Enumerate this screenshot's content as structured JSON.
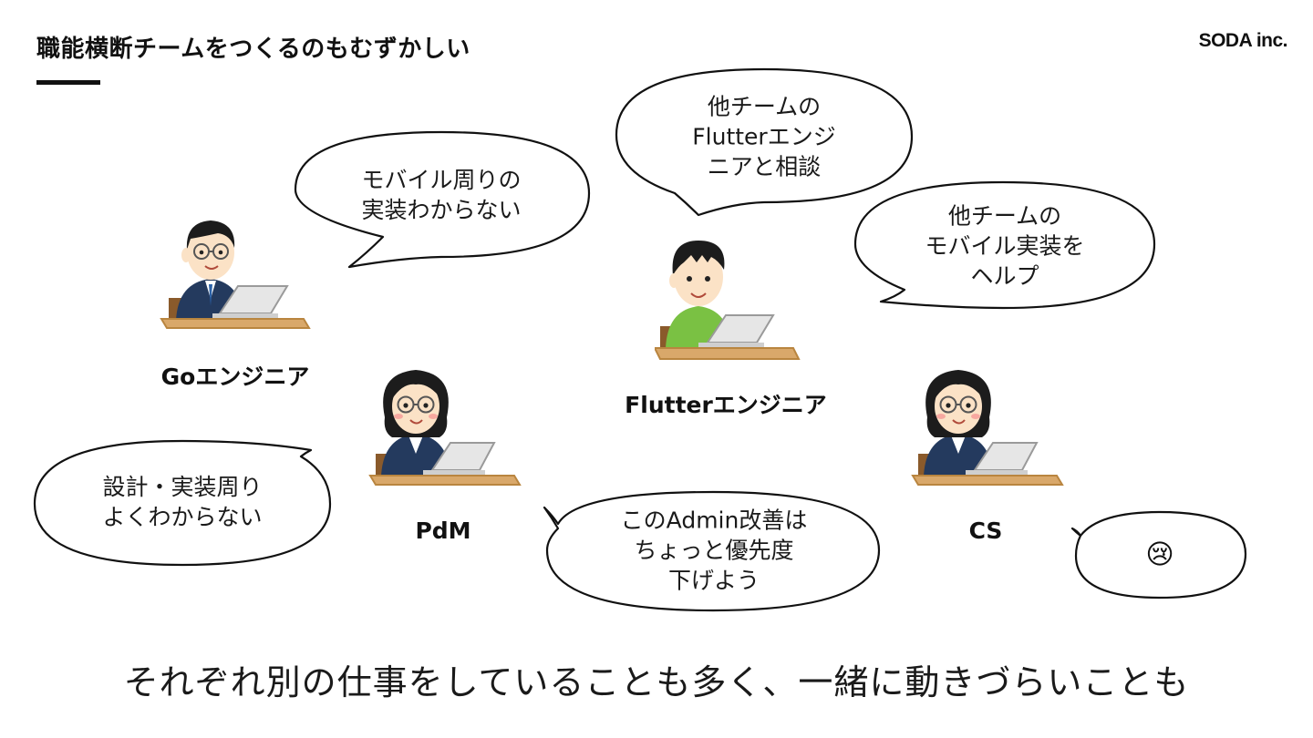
{
  "header": {
    "title": "職能横断チームをつくるのもむずかしい",
    "logo": "SODA inc."
  },
  "people": [
    {
      "label": "Goエンジニア",
      "role": "go-engineer"
    },
    {
      "label": "PdM",
      "role": "pdm"
    },
    {
      "label": "Flutterエンジニア",
      "role": "flutter-engineer"
    },
    {
      "label": "CS",
      "role": "cs"
    }
  ],
  "bubbles": {
    "go_mobile": "モバイル周りの\n実装わからない",
    "flutter_consult": "他チームの\nFlutterエンジ\nニアと相談",
    "flutter_help": "他チームの\nモバイル実装を\nヘルプ",
    "design": "設計・実装周り\nよくわからない",
    "admin": "このAdmin改善は\nちょっと優先度\n下げよう",
    "cs_emoji": "😢"
  },
  "caption": "それぞれ別の仕事をしていることも多く、一緒に動きづらいことも",
  "colors": {
    "desk": "#d9a86a",
    "desk_edge": "#b9853f",
    "laptop": "#e6e6e6",
    "suit": "#243a5e",
    "green_shirt": "#7ac143",
    "skin": "#fbe2c6",
    "hair": "#1c1c1c"
  }
}
